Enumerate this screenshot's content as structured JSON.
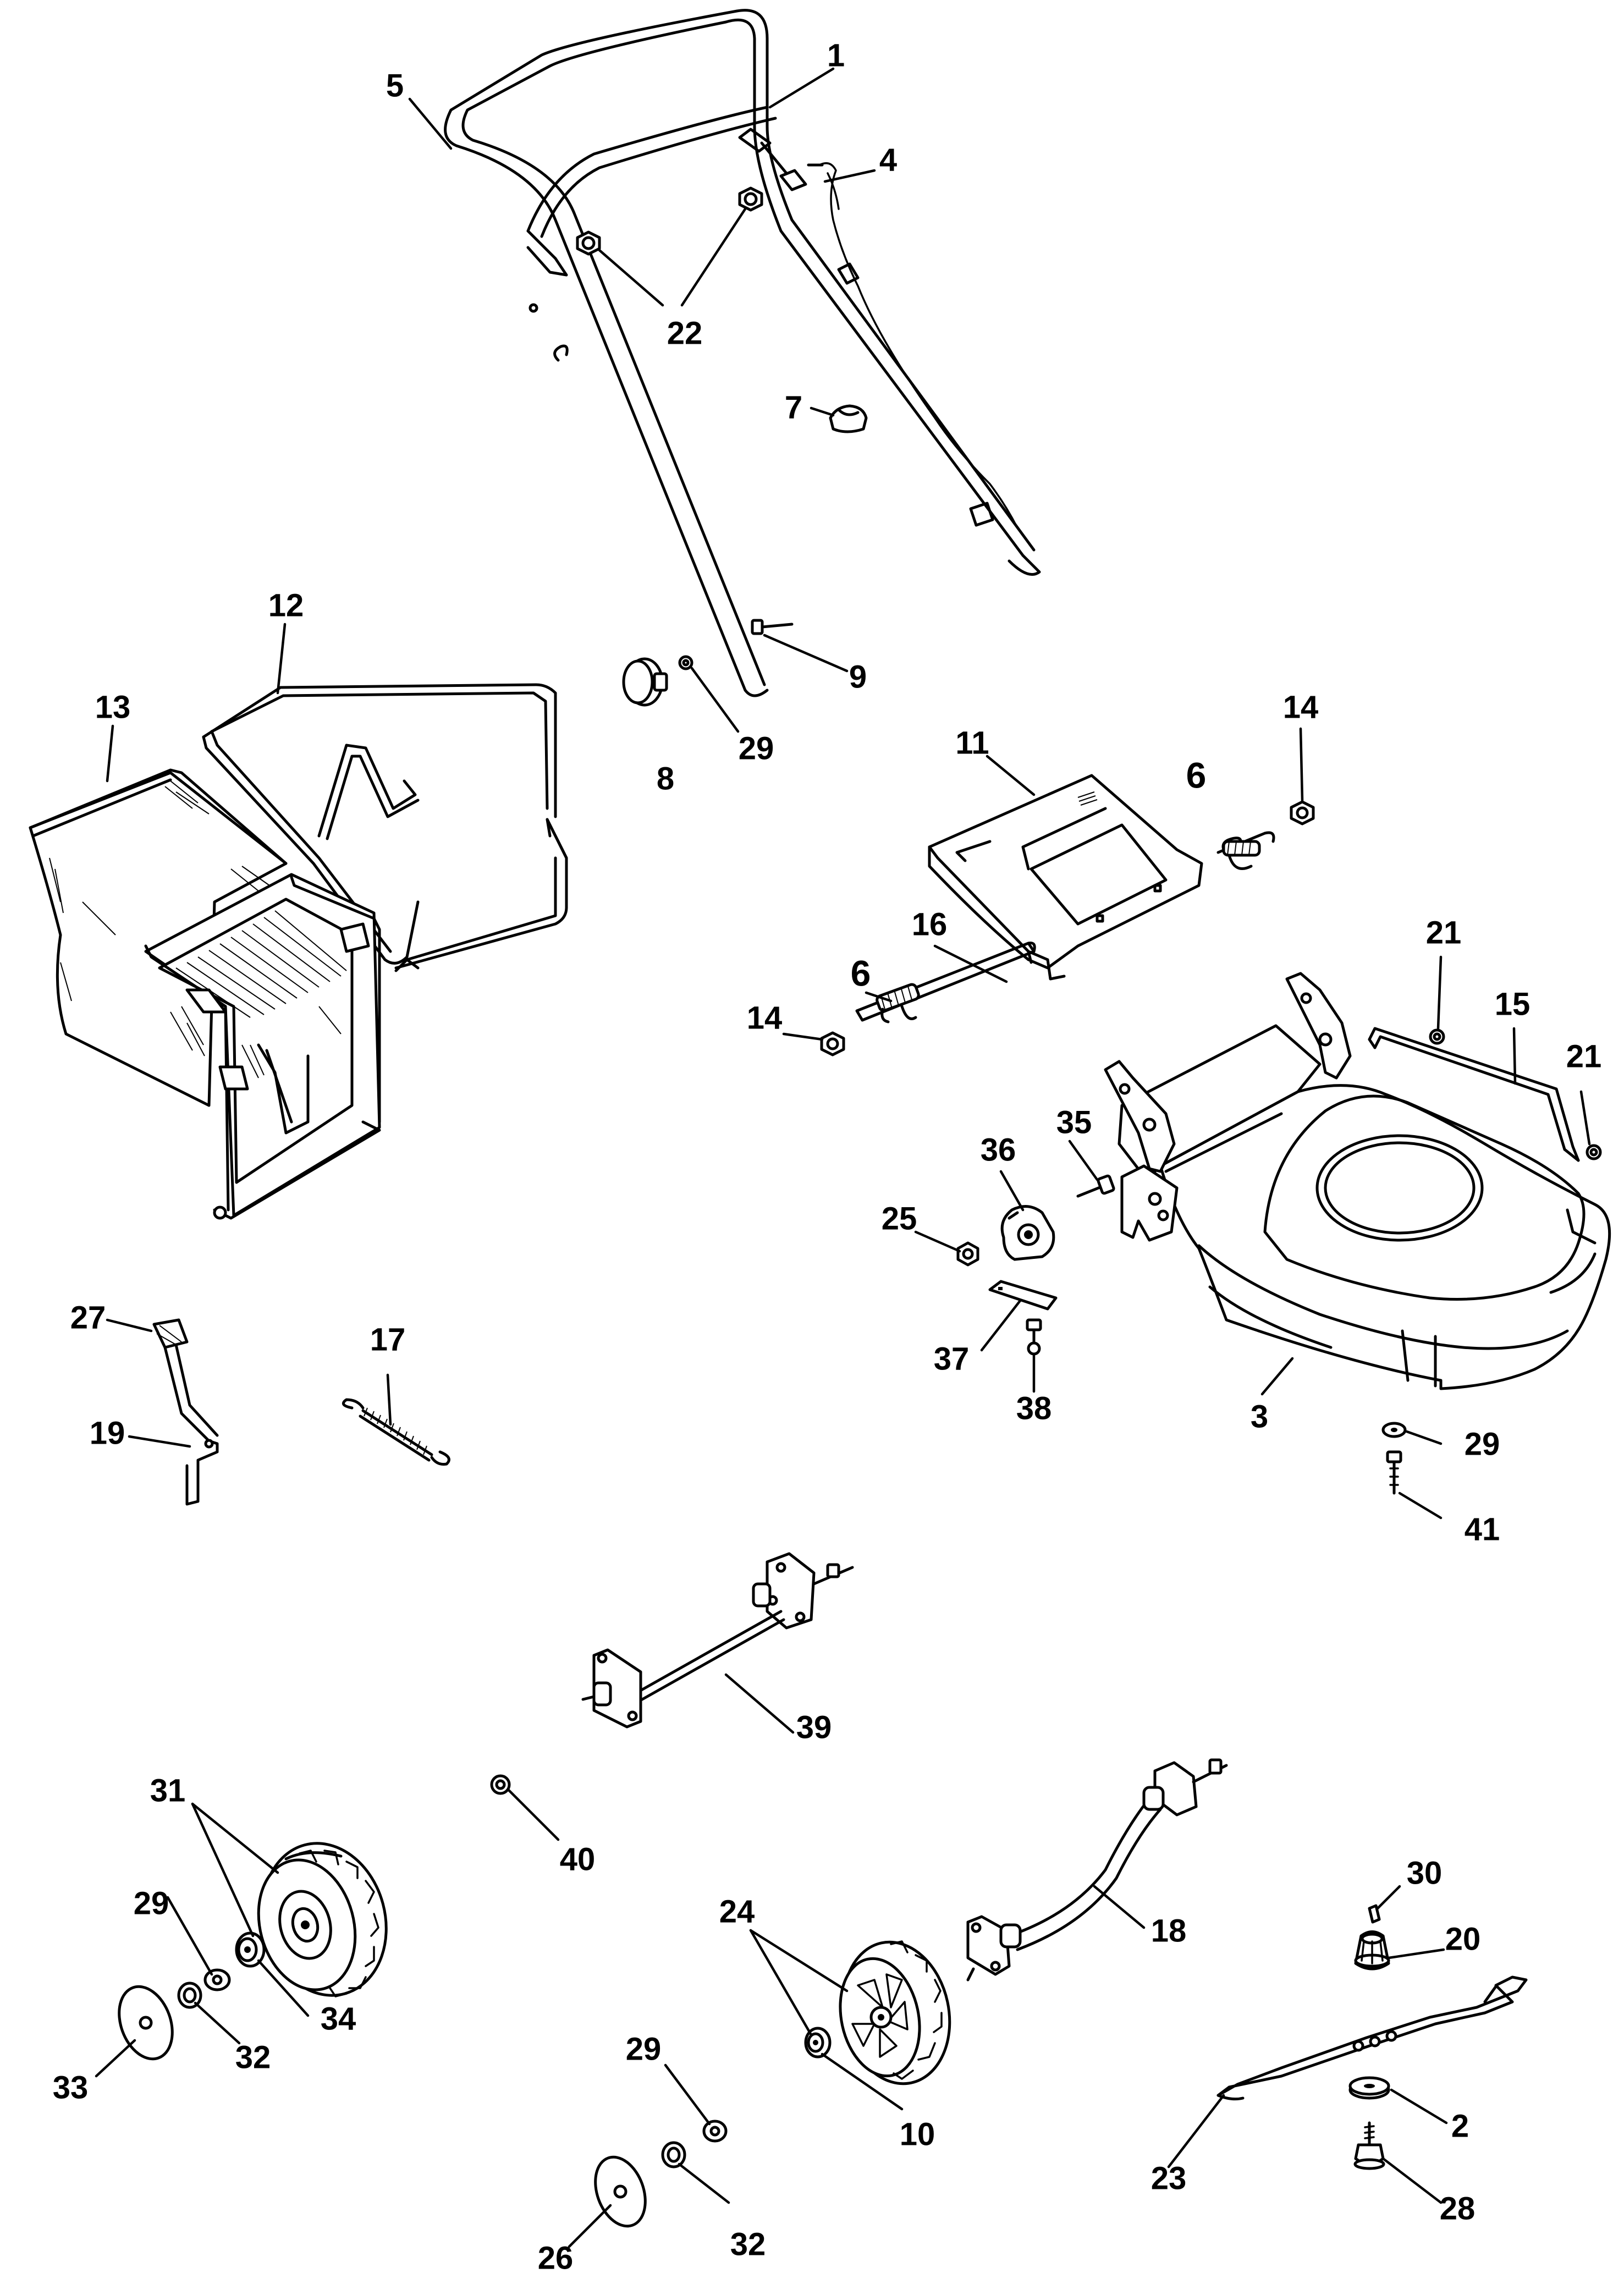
{
  "diagram": {
    "callouts": [
      {
        "id": "c1",
        "text": "1"
      },
      {
        "id": "c2",
        "text": "2"
      },
      {
        "id": "c3",
        "text": "3"
      },
      {
        "id": "c4",
        "text": "4"
      },
      {
        "id": "c5",
        "text": "5"
      },
      {
        "id": "c6a",
        "text": "6"
      },
      {
        "id": "c6b",
        "text": "6"
      },
      {
        "id": "c7",
        "text": "7"
      },
      {
        "id": "c8",
        "text": "8"
      },
      {
        "id": "c9",
        "text": "9"
      },
      {
        "id": "c10",
        "text": "10"
      },
      {
        "id": "c11",
        "text": "11"
      },
      {
        "id": "c12",
        "text": "12"
      },
      {
        "id": "c13",
        "text": "13"
      },
      {
        "id": "c14a",
        "text": "14"
      },
      {
        "id": "c14b",
        "text": "14"
      },
      {
        "id": "c15",
        "text": "15"
      },
      {
        "id": "c16",
        "text": "16"
      },
      {
        "id": "c17",
        "text": "17"
      },
      {
        "id": "c18",
        "text": "18"
      },
      {
        "id": "c19",
        "text": "19"
      },
      {
        "id": "c20",
        "text": "20"
      },
      {
        "id": "c21a",
        "text": "21"
      },
      {
        "id": "c21b",
        "text": "21"
      },
      {
        "id": "c22",
        "text": "22"
      },
      {
        "id": "c23",
        "text": "23"
      },
      {
        "id": "c24",
        "text": "24"
      },
      {
        "id": "c25",
        "text": "25"
      },
      {
        "id": "c26",
        "text": "26"
      },
      {
        "id": "c27",
        "text": "27"
      },
      {
        "id": "c28",
        "text": "28"
      },
      {
        "id": "c29a",
        "text": "29"
      },
      {
        "id": "c29b",
        "text": "29"
      },
      {
        "id": "c29c",
        "text": "29"
      },
      {
        "id": "c29d",
        "text": "29"
      },
      {
        "id": "c30",
        "text": "30"
      },
      {
        "id": "c31",
        "text": "31"
      },
      {
        "id": "c32a",
        "text": "32"
      },
      {
        "id": "c32b",
        "text": "32"
      },
      {
        "id": "c33",
        "text": "33"
      },
      {
        "id": "c34",
        "text": "34"
      },
      {
        "id": "c35",
        "text": "35"
      },
      {
        "id": "c36",
        "text": "36"
      },
      {
        "id": "c37",
        "text": "37"
      },
      {
        "id": "c38",
        "text": "38"
      },
      {
        "id": "c39",
        "text": "39"
      },
      {
        "id": "c40",
        "text": "40"
      },
      {
        "id": "c41",
        "text": "41"
      }
    ]
  }
}
